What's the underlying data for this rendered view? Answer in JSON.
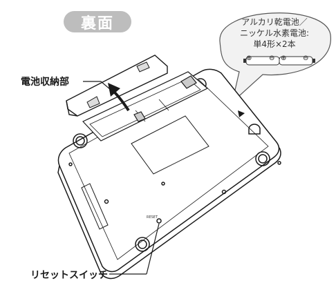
{
  "title": "裏面",
  "labels": {
    "battery_compartment": "電池収納部",
    "reset_switch": "リセットスイッチ",
    "reset_small": "RESET"
  },
  "callout": {
    "line1": "アルカリ乾電池／",
    "line2": "ニッケル水素電池:",
    "line3": "単4形×2本"
  },
  "battery_symbols": {
    "plus": "⊕",
    "minus": "⊖"
  },
  "colors": {
    "title_badge": "#bdbdbd",
    "outline": "#1a1a1a",
    "bubble_fill": "#f2f2f2"
  }
}
